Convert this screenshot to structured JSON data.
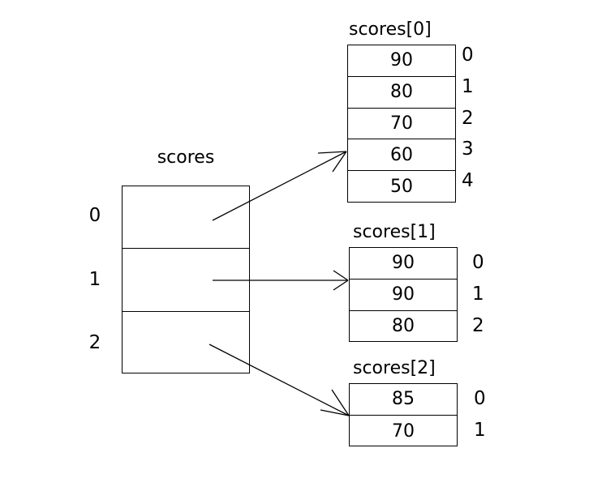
{
  "diagram": {
    "title": "jagged-array-scores",
    "stroke_color": "#000000",
    "background_color": "#ffffff"
  },
  "main_array": {
    "label": "scores",
    "indices": [
      "0",
      "1",
      "2"
    ],
    "cells": [
      "",
      "",
      ""
    ]
  },
  "sub_arrays": [
    {
      "label": "scores[0]",
      "values": [
        "90",
        "80",
        "70",
        "60",
        "50"
      ],
      "indices": [
        "0",
        "1",
        "2",
        "3",
        "4"
      ]
    },
    {
      "label": "scores[1]",
      "values": [
        "90",
        "90",
        "80"
      ],
      "indices": [
        "0",
        "1",
        "2"
      ]
    },
    {
      "label": "scores[2]",
      "values": [
        "85",
        "70"
      ],
      "indices": [
        "0",
        "1"
      ]
    }
  ],
  "arrows": [
    {
      "name": "arrow-scores-0",
      "from_cell": "0",
      "to_array": "scores[0]"
    },
    {
      "name": "arrow-scores-1",
      "from_cell": "1",
      "to_array": "scores[1]"
    },
    {
      "name": "arrow-scores-2",
      "from_cell": "2",
      "to_array": "scores[2]"
    }
  ]
}
